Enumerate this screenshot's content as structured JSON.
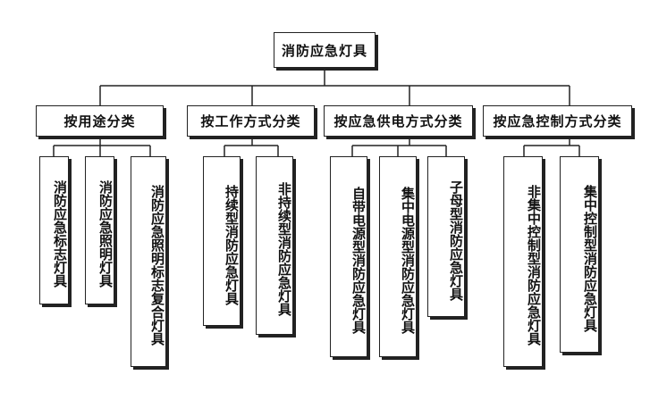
{
  "root": {
    "label": "消防应急灯具"
  },
  "categories": [
    {
      "label": "按用途分类",
      "items": [
        "消防应急标志灯具",
        "消防应急照明灯具",
        "消防应急照明标志复合灯具"
      ]
    },
    {
      "label": "按工作方式分类",
      "items": [
        "持续型消防应急灯具",
        "非持续型消防应急灯具"
      ]
    },
    {
      "label": "按应急供电方式分类",
      "items": [
        "自带电源型消防应急灯具",
        "集中电源型消防应急灯具",
        "子母型消防应急灯具"
      ]
    },
    {
      "label": "按应急控制方式分类",
      "items": [
        "非集中控制型消防应急灯具",
        "集中控制型消防应急灯具"
      ]
    }
  ]
}
